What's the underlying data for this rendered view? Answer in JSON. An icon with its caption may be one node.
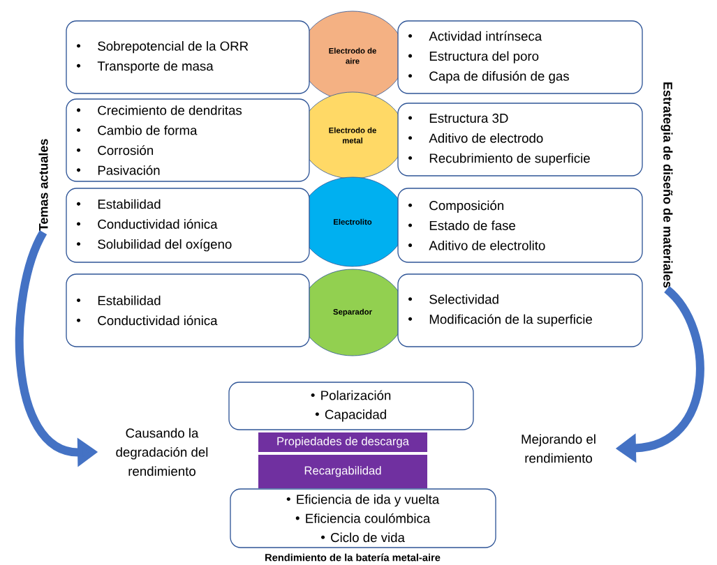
{
  "diagram": {
    "caption": "Rendimiento de la batería metal-aire",
    "nodes": [
      {
        "text": [
          "Electrodo de aire"
        ]
      },
      {
        "text": [
          "Electrodo de metal"
        ]
      },
      {
        "text": [
          "Electrolito"
        ]
      },
      {
        "text": [
          "Separador"
        ]
      },
      {
        "text": [
          "Sobrepotencial de la ORR",
          "Transporte de masa"
        ]
      },
      {
        "text": [
          "Crecimiento de dendritas",
          "Cambio de forma",
          "Corrosión",
          "Pasivación"
        ]
      },
      {
        "text": [
          "Estabilidad",
          "Conductividad iónica",
          "Solubilidad del oxígeno"
        ]
      },
      {
        "text": [
          "Estabilidad",
          "Conductividad iónica"
        ]
      },
      {
        "text": [
          "Actividad intrínseca",
          "Estructura del poro",
          "Capa de difusión de gas"
        ]
      },
      {
        "text": [
          "Estructura 3D",
          "Aditivo de electrodo",
          "Recubrimiento de superficie"
        ]
      },
      {
        "text": [
          "Composición",
          "Estado de fase",
          "Aditivo de electrolito"
        ]
      },
      {
        "text": [
          "Selectividad",
          "Modificación de la superficie"
        ]
      },
      {
        "text": [
          "Polarización",
          "Capacidad"
        ]
      },
      {
        "text": [
          "Propiedades de descarga"
        ]
      },
      {
        "text": [
          "Recargabilidad"
        ]
      },
      {
        "text": [
          "Eficiencia de ida y vuelta",
          "Eficiencia coulómbica",
          "Ciclo de vida"
        ]
      },
      {
        "text": [
          "Temas actuales"
        ]
      },
      {
        "text": [
          "Causando la degradación del rendimiento"
        ]
      },
      {
        "text": [
          "Estrategia de diseño de materiales"
        ]
      },
      {
        "text": [
          "Mejorando el rendimiento"
        ]
      }
    ],
    "edges": [
      {
        "from": 16,
        "to": 17,
        "arrow": "to"
      },
      {
        "from": 18,
        "to": 19,
        "arrow": "to"
      }
    ]
  }
}
